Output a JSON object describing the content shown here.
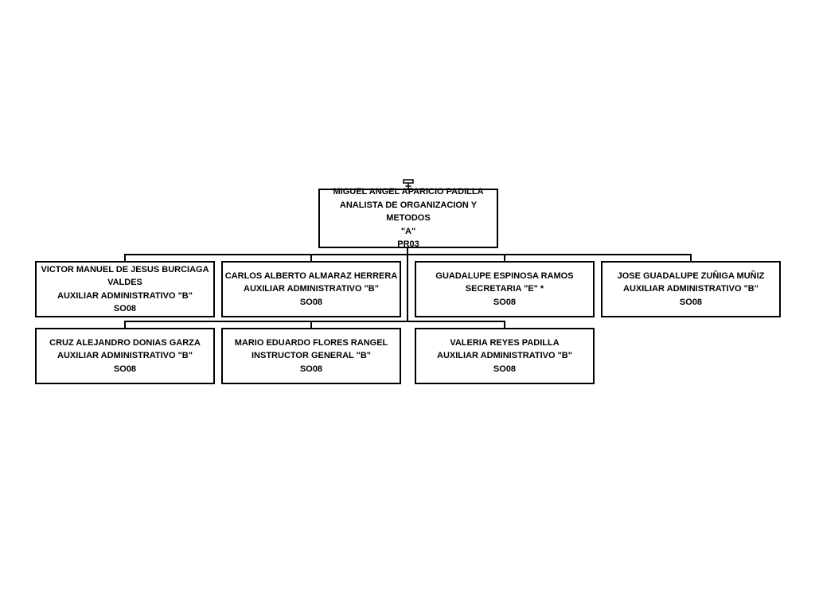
{
  "connector_icon": "hierarchy-connector-icon",
  "line_color": "#000000",
  "root": {
    "lines": [
      "MIGUEL ANGEL APARICIO PADILLA",
      "ANALISTA DE ORGANIZACION Y METODOS",
      "\"A\"",
      "PR03"
    ]
  },
  "row1": [
    {
      "lines": [
        "VICTOR MANUEL DE JESUS BURCIAGA",
        "VALDES",
        "AUXILIAR ADMINISTRATIVO \"B\"",
        "SO08"
      ]
    },
    {
      "lines": [
        "CARLOS ALBERTO ALMARAZ HERRERA",
        "AUXILIAR ADMINISTRATIVO \"B\"",
        "SO08"
      ]
    },
    {
      "lines": [
        "GUADALUPE ESPINOSA RAMOS",
        "SECRETARIA \"E\" *",
        "SO08"
      ]
    },
    {
      "lines": [
        "JOSE GUADALUPE ZUÑIGA MUÑIZ",
        "AUXILIAR ADMINISTRATIVO \"B\"",
        "SO08"
      ]
    }
  ],
  "row2": [
    {
      "lines": [
        "CRUZ ALEJANDRO DONIAS GARZA",
        "AUXILIAR ADMINISTRATIVO \"B\"",
        "SO08"
      ]
    },
    {
      "lines": [
        "MARIO EDUARDO FLORES RANGEL",
        "INSTRUCTOR GENERAL \"B\"",
        "SO08"
      ]
    },
    {
      "lines": [
        "VALERIA REYES PADILLA",
        "AUXILIAR ADMINISTRATIVO \"B\"",
        "SO08"
      ]
    }
  ]
}
